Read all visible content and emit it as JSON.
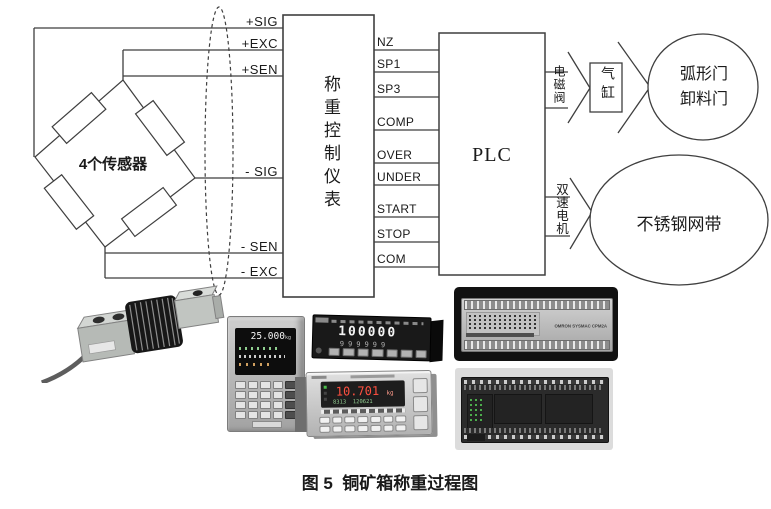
{
  "diagram": {
    "bridge_label": "4个传感器",
    "wire_labels": [
      "+SIG",
      "+EXC",
      "+SEN",
      "- SIG",
      "- SEN",
      "- EXC"
    ],
    "controller_label": "称重控制仪表",
    "signal_labels": [
      "NZ",
      "SP1",
      "SP3",
      "COMP",
      "OVER",
      "UNDER",
      "START",
      "STOP",
      "COM"
    ],
    "plc_label": "PLC",
    "branch_top": {
      "via_label": "电磁阀",
      "actuator_label": "气缸",
      "target_line1": "弧形门",
      "target_line2": "卸料门"
    },
    "branch_bottom": {
      "via_label": "双速电机",
      "target_label": "不锈钢网带"
    }
  },
  "photos": {
    "indicator_left": {
      "display_value": "25.000",
      "display_unit": "kg"
    },
    "panel_meter": {
      "display_value": "100000",
      "sub_value": "999999"
    },
    "indicator_bottom": {
      "display_value": "10.701",
      "display_unit": "kg",
      "sub_value": "8313  120621"
    },
    "plc_photo_top": {
      "brand_text": "OMRON SYSMAC CPM2A"
    }
  },
  "caption": "图 5  铜矿箱称重过程图"
}
